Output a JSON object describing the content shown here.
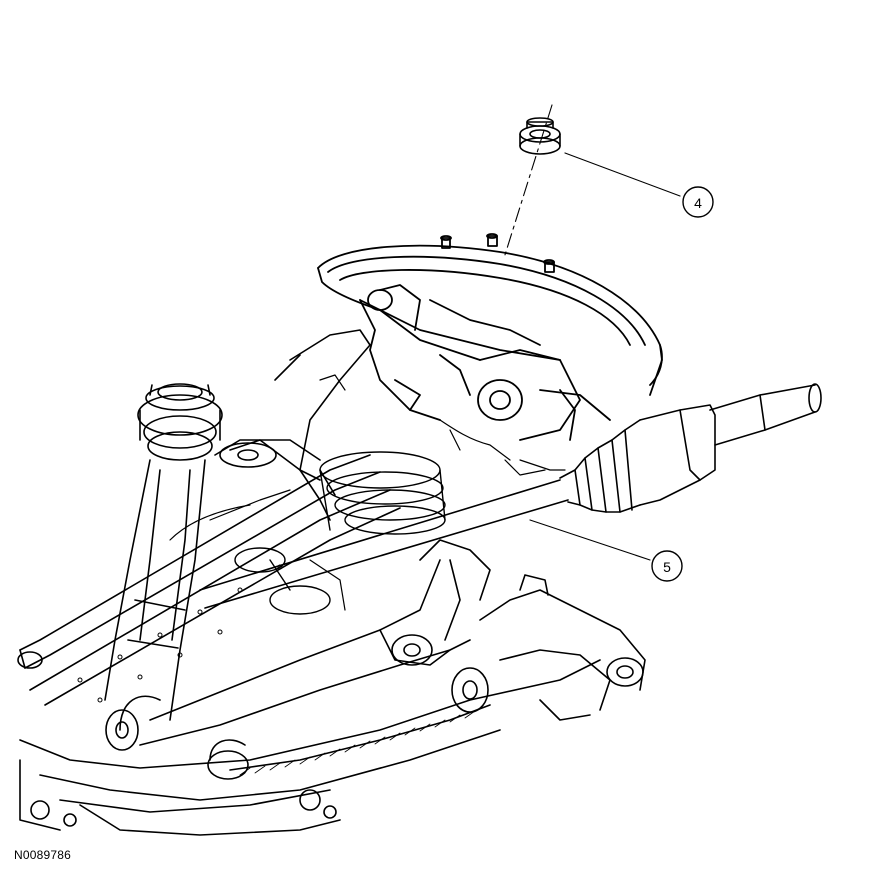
{
  "callouts": [
    {
      "label": "4",
      "part": "nut"
    },
    {
      "label": "5",
      "part": "halfshaft"
    }
  ],
  "figure_id": "N0089786",
  "colors": {
    "line": "#000000",
    "background": "#ffffff"
  }
}
